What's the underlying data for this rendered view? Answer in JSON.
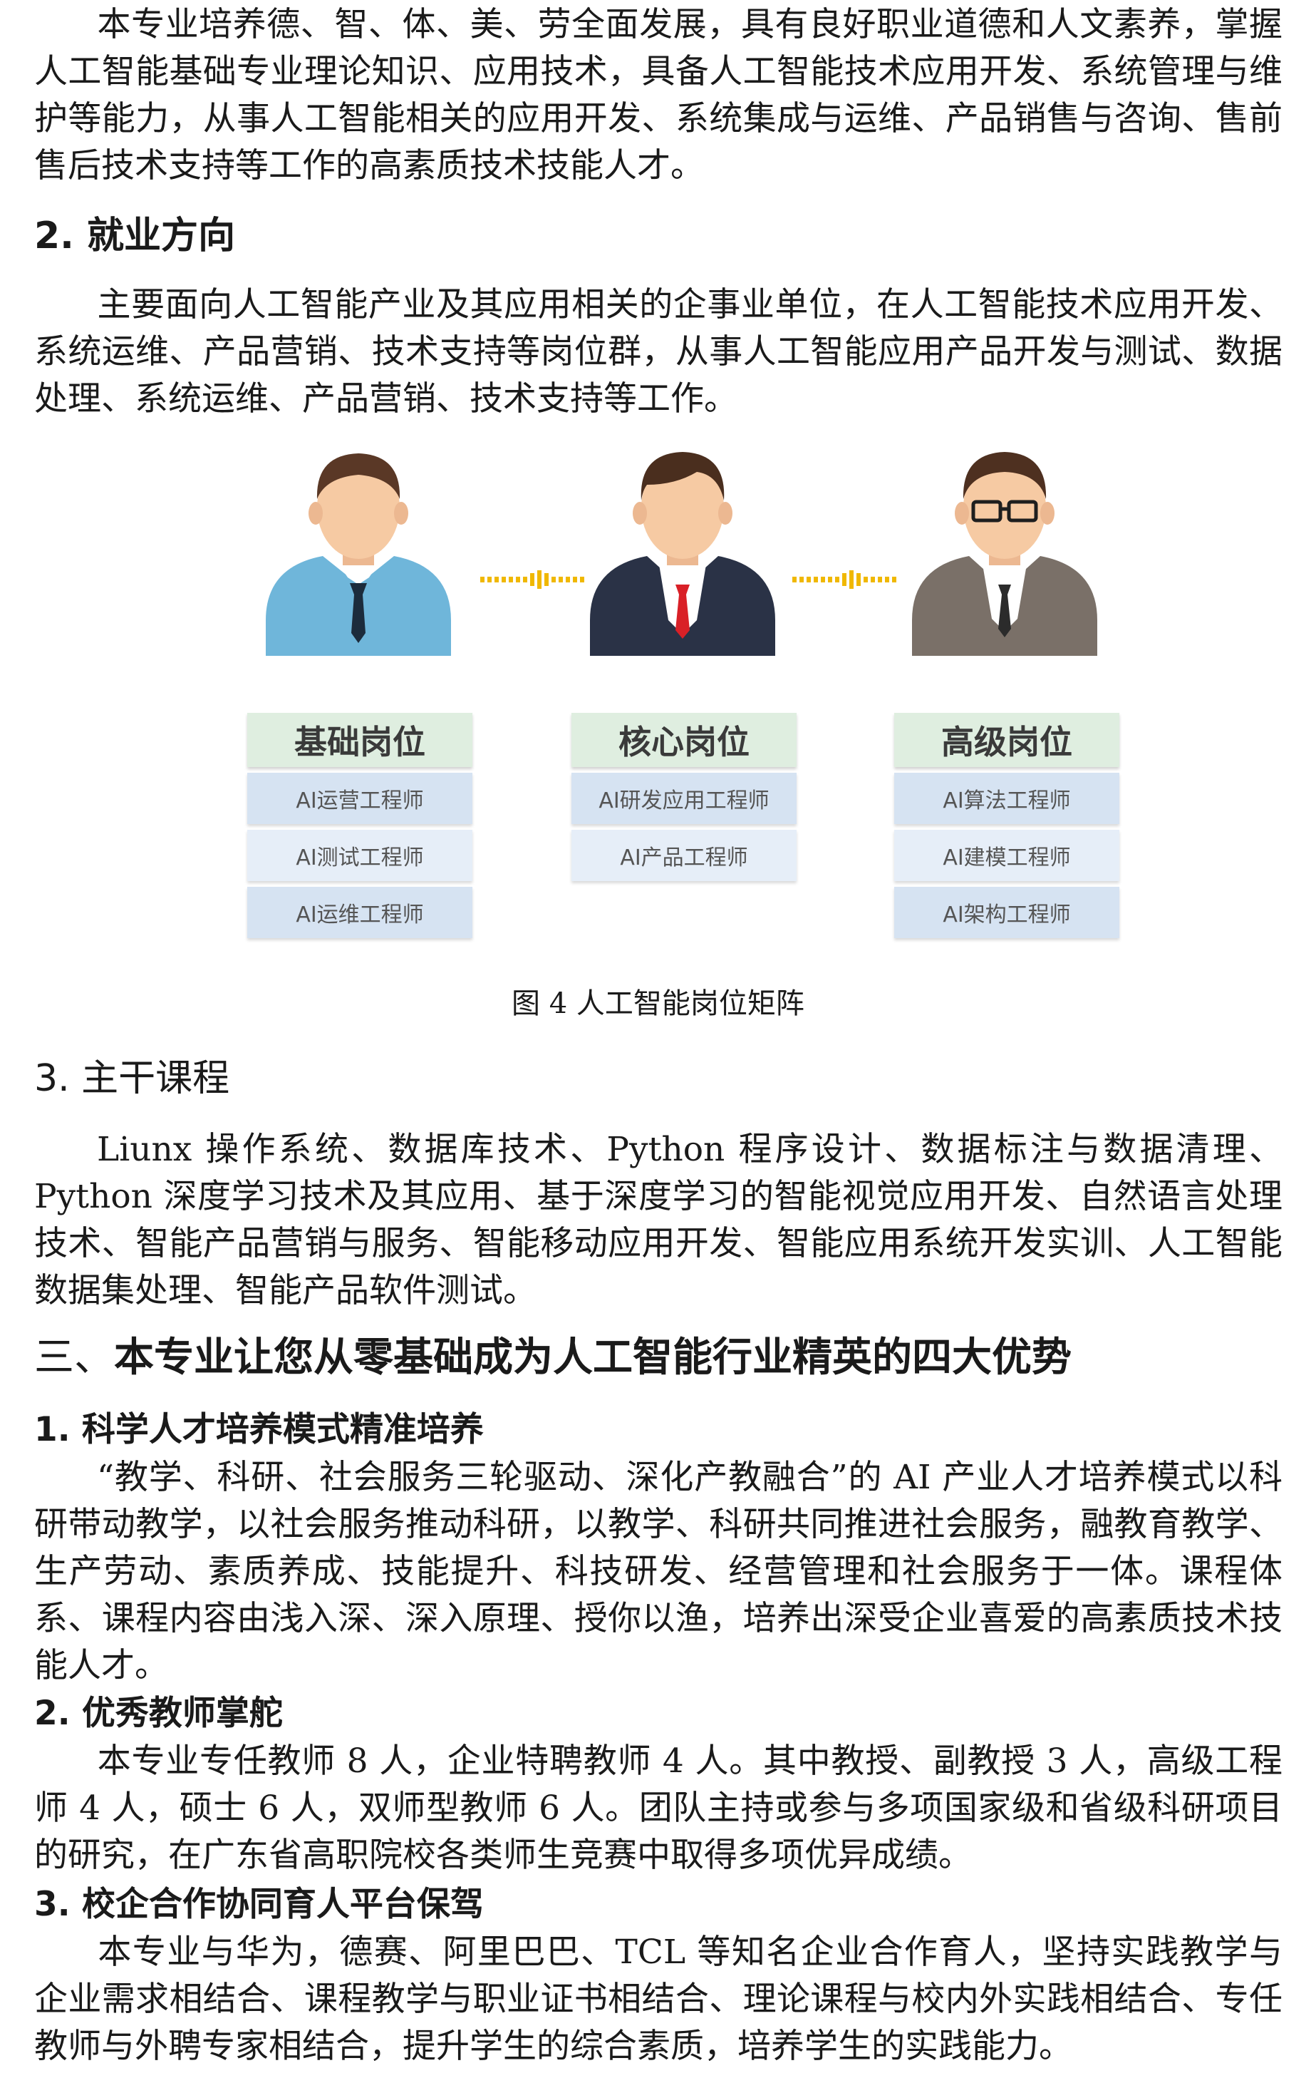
{
  "intro_paragraph": "本专业培养德、智、体、美、劳全面发展，具有良好职业道德和人文素养，掌握人工智能基础专业理论知识、应用技术，具备人工智能技术应用开发、系统管理与维护等能力，从事人工智能相关的应用开发、系统集成与运维、产品销售与咨询、售前售后技术支持等工作的高素质技术技能人才。",
  "section_employment": {
    "heading": "2.  就业方向",
    "body": "主要面向人工智能产业及其应用相关的企事业单位，在人工智能技术应用开发、系统运维、产品营销、技术支持等岗位群，从事人工智能应用产品开发与测试、数据处理、系统运维、产品营销、技术支持等工作。"
  },
  "figure": {
    "caption": "图 4  人工智能岗位矩阵",
    "columns": [
      {
        "title": "基础岗位",
        "items": [
          "AI运营工程师",
          "AI测试工程师",
          "AI运维工程师"
        ],
        "figure_color": "#6fb6da"
      },
      {
        "title": "核心岗位",
        "items": [
          "AI研发应用工程师",
          "AI产品工程师"
        ],
        "figure_color": "#2a3246"
      },
      {
        "title": "高级岗位",
        "items": [
          "AI算法工程师",
          "AI建模工程师",
          "AI架构工程师"
        ],
        "figure_color": "#7a7068"
      }
    ],
    "connector_color": "#f0b800"
  },
  "section_courses": {
    "heading": "3.  主干课程",
    "body": "Liunx 操作系统、数据库技术、Python 程序设计、数据标注与数据清理、Python 深度学习技术及其应用、基于深度学习的智能视觉应用开发、自然语言处理技术、智能产品营销与服务、智能移动应用开发、智能应用系统开发实训、人工智能数据集处理、智能产品软件测试。"
  },
  "section_advantages": {
    "prefix": "三、",
    "heading": "本专业让您从零基础成为人工智能行业精英的四大优势",
    "items": [
      {
        "heading": "1.  科学人才培养模式精准培养",
        "body": "“教学、科研、社会服务三轮驱动、深化产教融合”的 AI 产业人才培养模式以科研带动教学，以社会服务推动科研，以教学、科研共同推进社会服务，融教育教学、生产劳动、素质养成、技能提升、科技研发、经营管理和社会服务于一体。课程体系、课程内容由浅入深、深入原理、授你以渔，培养出深受企业喜爱的高素质技术技能人才。"
      },
      {
        "heading": "2.  优秀教师掌舵",
        "body": "本专业专任教师 8 人，企业特聘教师 4 人。其中教授、副教授 3 人，高级工程师 4 人，硕士 6 人，双师型教师 6 人。团队主持或参与多项国家级和省级科研项目的研究，在广东省高职院校各类师生竞赛中取得多项优异成绩。"
      },
      {
        "heading": "3.  校企合作协同育人平台保驾",
        "body": "本专业与华为，德赛、阿里巴巴、TCL 等知名企业合作育人，坚持实践教学与企业需求相结合、课程教学与职业证书相结合、理论课程与校内外实践相结合、专任教师与外聘专家相结合，提升学生的综合素质，培养学生的实践能力。"
      }
    ]
  }
}
